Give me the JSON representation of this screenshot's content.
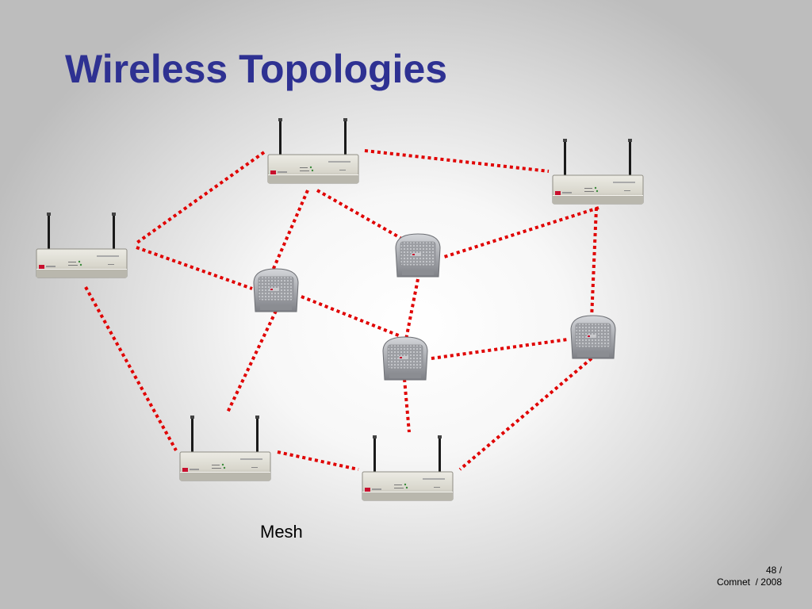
{
  "slide": {
    "title": "Wireless Topologies",
    "caption": "Mesh",
    "footer_page": "48 /",
    "footer_course": "Comnet  / 2008"
  },
  "colors": {
    "title": "#2e3192",
    "link": "#e00000",
    "router_body": "#d8d6cc",
    "access_point_body": "#a9abb0"
  },
  "nodes": [
    {
      "id": "router-top",
      "kind": "router"
    },
    {
      "id": "router-top-right",
      "kind": "router"
    },
    {
      "id": "router-left",
      "kind": "router"
    },
    {
      "id": "router-bottom-left",
      "kind": "router"
    },
    {
      "id": "router-bottom",
      "kind": "router"
    },
    {
      "id": "ap-left",
      "kind": "access-point"
    },
    {
      "id": "ap-upper",
      "kind": "access-point"
    },
    {
      "id": "ap-center",
      "kind": "access-point"
    },
    {
      "id": "ap-right",
      "kind": "access-point"
    }
  ],
  "links": [
    [
      "router-top",
      "router-top-right"
    ],
    [
      "router-top",
      "router-left"
    ],
    [
      "router-top",
      "ap-left"
    ],
    [
      "router-top",
      "ap-upper"
    ],
    [
      "router-top-right",
      "ap-upper"
    ],
    [
      "router-top-right",
      "ap-right"
    ],
    [
      "router-left",
      "ap-left"
    ],
    [
      "router-left",
      "router-bottom-left"
    ],
    [
      "ap-left",
      "ap-center"
    ],
    [
      "ap-left",
      "router-bottom-left"
    ],
    [
      "ap-upper",
      "ap-center"
    ],
    [
      "ap-center",
      "ap-right"
    ],
    [
      "ap-center",
      "router-bottom"
    ],
    [
      "router-bottom-left",
      "router-bottom"
    ],
    [
      "ap-right",
      "router-bottom"
    ]
  ]
}
